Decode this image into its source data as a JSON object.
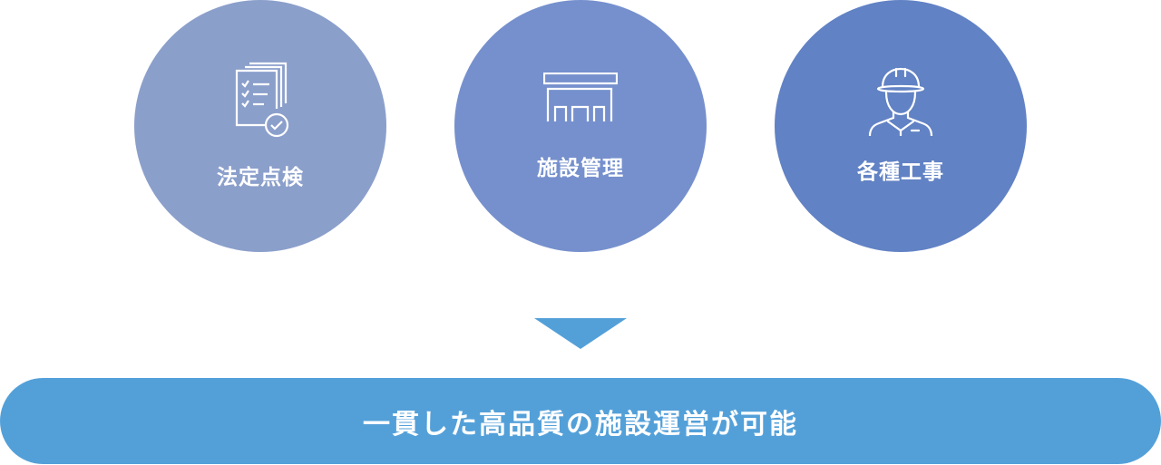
{
  "services": [
    {
      "label": "法定点検",
      "icon": "checklist-document-icon",
      "color": "#8b9fcb"
    },
    {
      "label": "施設管理",
      "icon": "building-facility-icon",
      "color": "#7690cd"
    },
    {
      "label": "各種工事",
      "icon": "construction-worker-icon",
      "color": "#6182c4"
    }
  ],
  "arrow": {
    "icon": "down-triangle-icon",
    "color": "#53a0d9"
  },
  "result": {
    "label": "一貫した高品質の施設運営が可能",
    "color": "#53a0d9"
  }
}
